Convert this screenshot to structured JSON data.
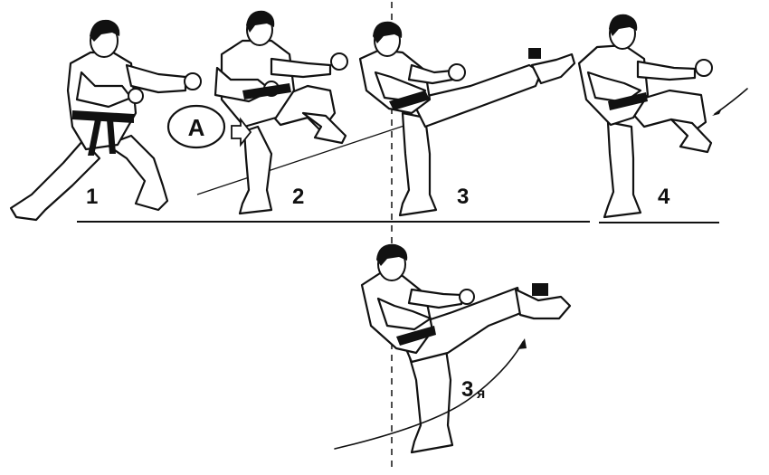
{
  "labels": {
    "step_1": "1",
    "step_2": "2",
    "step_3": "3",
    "step_4": "4",
    "step_3a": "3",
    "step_3a_suffix": "я",
    "marker_a": "A"
  },
  "icons": {
    "target_1": "black-square-target",
    "target_2": "black-square-target",
    "direction": "hollow-arrow-right"
  }
}
